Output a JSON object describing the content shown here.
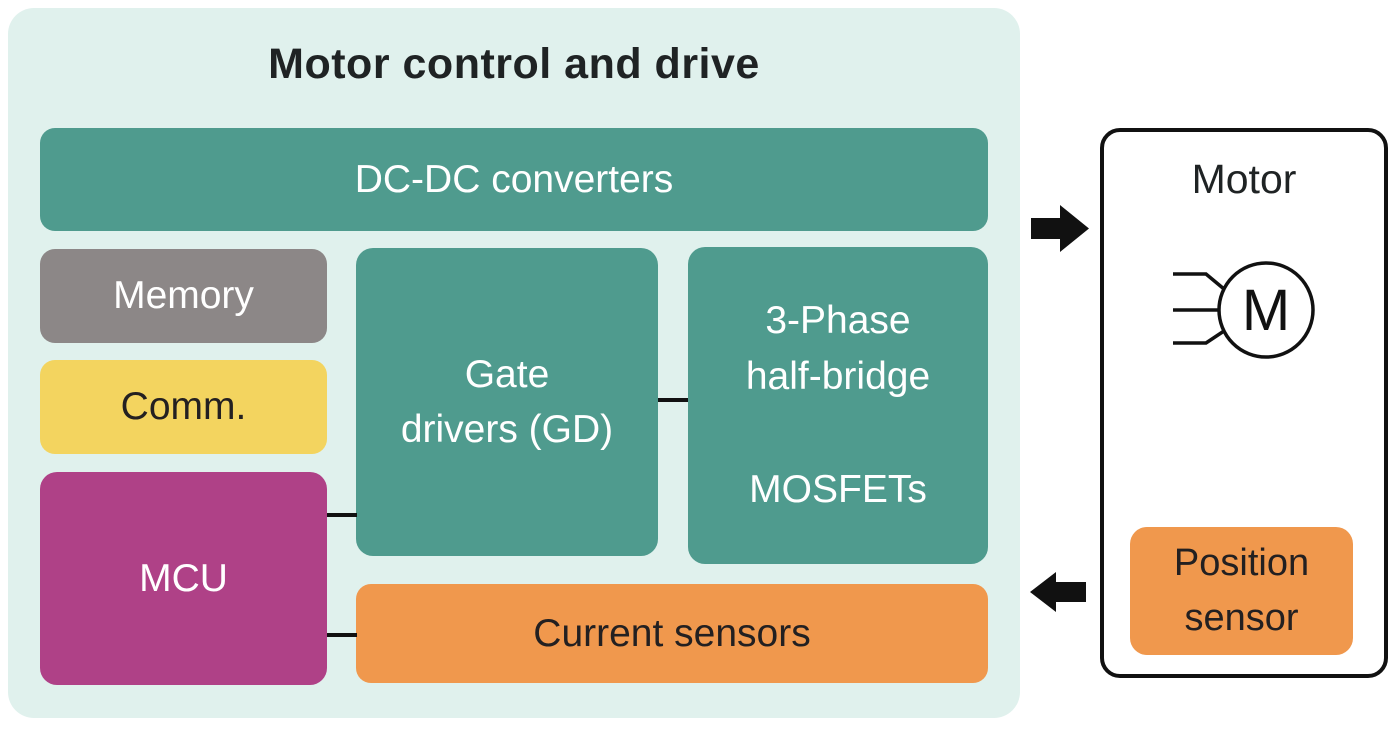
{
  "colors": {
    "panel_bg": "#e0f1ed",
    "teal": "#4f9b8e",
    "gray": "#8c8787",
    "yellow": "#f3d45f",
    "magenta": "#af4187",
    "orange": "#f0984d",
    "connector_black": "#111111",
    "text_dark": "#232021",
    "text_light": "#ffffff"
  },
  "panel": {
    "title": "Motor control and drive",
    "dcdc_label": "DC-DC converters",
    "memory_label": "Memory",
    "comm_label": "Comm.",
    "mcu_label": "MCU",
    "gate_drivers": {
      "line1": "Gate",
      "line2": "drivers (GD)"
    },
    "half_bridge": {
      "line1": "3-Phase",
      "line2": "half-bridge",
      "line3": "MOSFETs"
    },
    "current_sensors_label": "Current sensors"
  },
  "motor": {
    "title": "Motor",
    "symbol_letter": "M",
    "position_sensor": {
      "line1": "Position",
      "line2": "sensor"
    }
  }
}
